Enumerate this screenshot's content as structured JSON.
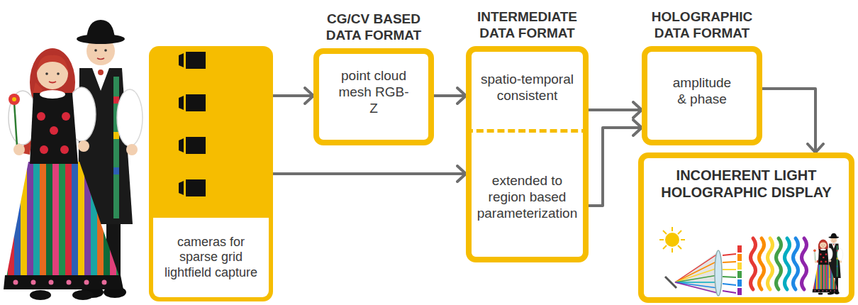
{
  "diagram": {
    "nodes": [
      {
        "text": [
          "cameras for sparse grid lightfield capture"
        ]
      },
      {
        "text": [
          "CG/CV BASED DATA FORMAT",
          "point cloud mesh RGB-Z"
        ]
      },
      {
        "text": [
          "INTERMEDIATE DATA FORMAT"
        ]
      },
      {
        "text": [
          "spatio-temporal consistent"
        ],
        "in": 2
      },
      {
        "text": [
          "extended to region based parameterization"
        ],
        "in": 2
      },
      {
        "text": [
          "HOLOGRAPHIC DATA FORMAT",
          "amplitude & phase"
        ]
      },
      {
        "text": [
          "INCOHERENT LIGHT HOLOGRAPHIC DISPLAY"
        ]
      }
    ],
    "edges": [
      {
        "from": 0,
        "to": 1,
        "arrow": "to"
      },
      {
        "from": 1,
        "to": 3,
        "arrow": "to"
      },
      {
        "from": 0,
        "to": 4,
        "arrow": "to"
      },
      {
        "from": 3,
        "to": 5,
        "arrow": "to"
      },
      {
        "from": 4,
        "to": 5,
        "arrow": "to"
      },
      {
        "from": 5,
        "to": 6,
        "arrow": "to"
      }
    ]
  }
}
